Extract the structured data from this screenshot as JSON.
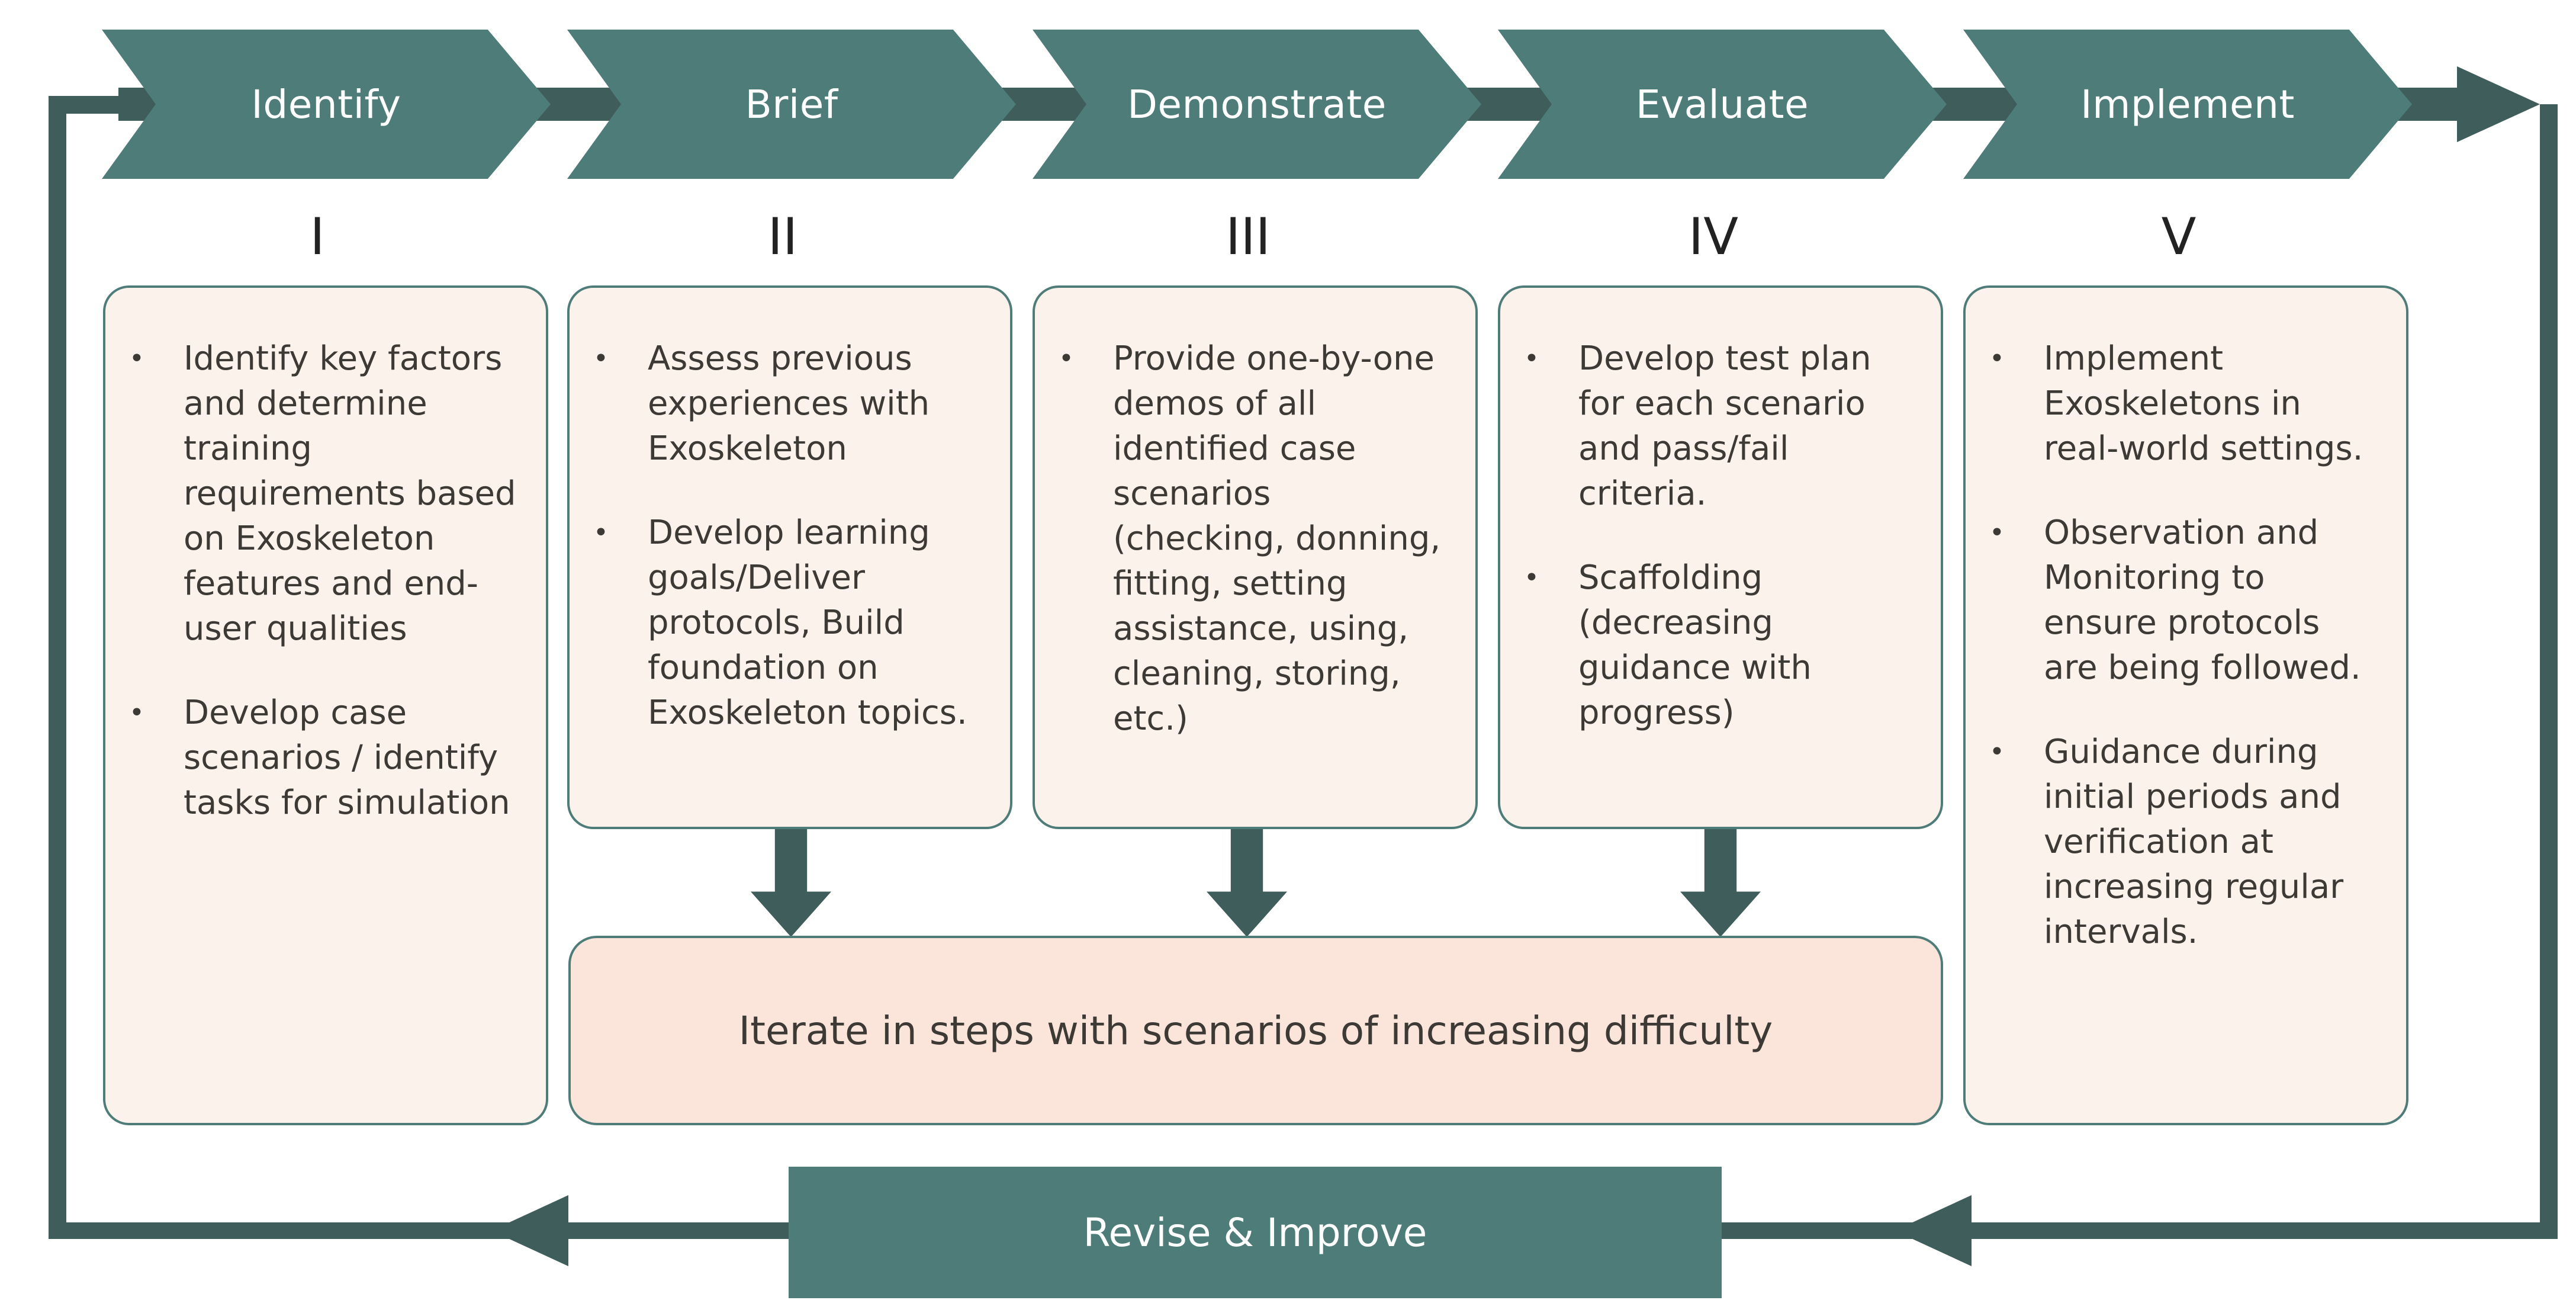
{
  "stages": [
    {
      "title": "Identify",
      "numeral": "I",
      "bullets": [
        "Identify key factors and determine training requirements based on Exoskeleton features and end-user qualities",
        "Develop case scenarios / identify tasks for simulation"
      ]
    },
    {
      "title": "Brief",
      "numeral": "II",
      "bullets": [
        "Assess previous experiences with Exoskeleton",
        "Develop learning goals/Deliver protocols, Build foundation on Exoskeleton topics."
      ]
    },
    {
      "title": "Demonstrate",
      "numeral": "III",
      "bullets": [
        "Provide one-by-one demos of all identified case scenarios  (checking, donning, fitting, setting assistance, using, cleaning, storing, etc.)"
      ]
    },
    {
      "title": "Evaluate",
      "numeral": "IV",
      "bullets": [
        "Develop test plan for each scenario and pass/fail criteria.",
        "Scaffolding (decreasing guidance with progress)"
      ]
    },
    {
      "title": "Implement",
      "numeral": "V",
      "bullets": [
        "Implement Exoskeletons in real-world settings.",
        "Observation and Monitoring to ensure protocols are being followed.",
        "Guidance during initial periods and verification at increasing regular intervals."
      ]
    }
  ],
  "iterate_label": "Iterate in steps with scenarios of increasing difficulty",
  "revise_label": "Revise & Improve",
  "colors": {
    "teal": "#4e7c78",
    "dark_teal": "#3e5d5b",
    "box_fill": "#fcf2ec",
    "iterate_fill": "#fbe5da"
  }
}
